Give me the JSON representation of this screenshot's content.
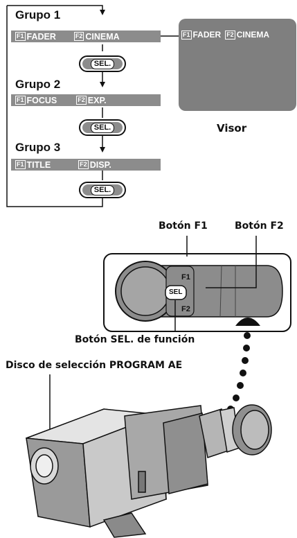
{
  "groups": [
    {
      "title": "Grupo 1",
      "f1_key": "F1",
      "f1_label": "FADER",
      "f2_key": "F2",
      "f2_label": "CINEMA"
    },
    {
      "title": "Grupo 2",
      "f1_key": "F1",
      "f1_label": "FOCUS",
      "f2_key": "F2",
      "f2_label": "EXP."
    },
    {
      "title": "Grupo 3",
      "f1_key": "F1",
      "f1_label": "TITLE",
      "f2_key": "F2",
      "f2_label": "DISP."
    }
  ],
  "sel_button": "SEL.",
  "viewfinder": {
    "f1_key": "F1",
    "f1_label": "FADER",
    "f2_key": "F2",
    "f2_label": "CINEMA",
    "caption": "Visor"
  },
  "panel": {
    "f1": "F1",
    "f2": "F2",
    "sel": "SEL"
  },
  "labels": {
    "button_f1": "Botón F1",
    "button_f2": "Botón F2",
    "sel_function": "Botón SEL. de función",
    "program_ae": "Disco de selección PROGRAM AE"
  },
  "colors": {
    "bar": "#8c8c8c",
    "screen": "#7f7f7f",
    "line": "#111111"
  }
}
